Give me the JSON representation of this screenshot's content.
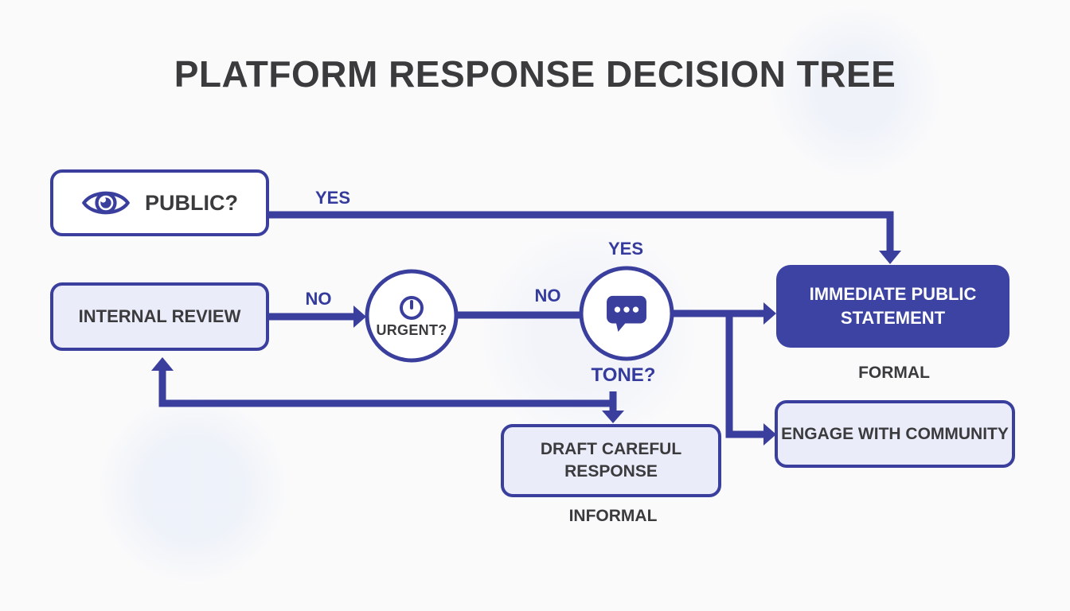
{
  "title": "PLATFORM RESPONSE DECISION TREE",
  "colors": {
    "indigo_line": "#3a3f9e",
    "indigo_label": "#343b9d",
    "dark_node_fill": "#3d43a2",
    "light_node_fill": "#eaecf9",
    "dark_text": "#3b3b3d",
    "background": "#fafafb"
  },
  "nodes": {
    "public": {
      "label": "PUBLIC?",
      "icon": "eye-icon"
    },
    "internal_review": {
      "label": "INTERNAL REVIEW"
    },
    "urgent": {
      "label": "URGENT?",
      "icon": "clock-icon"
    },
    "tone": {
      "label": "TONE?",
      "icon": "chat-bubble-icon"
    },
    "immediate_public_statement": {
      "label_line1": "IMMEDIATE PUBLIC",
      "label_line2": "STATEMENT"
    },
    "engage_with_community": {
      "label": "ENGAGE WITH COMMUNITY"
    },
    "draft_careful_response": {
      "label_line1": "DRAFT CAREFUL",
      "label_line2": "RESPONSE"
    }
  },
  "edge_labels": {
    "public_yes": "YES",
    "internal_no": "NO",
    "urgent_no": "NO",
    "tone_yes": "YES",
    "formal": "FORMAL",
    "informal": "INFORMAL"
  }
}
